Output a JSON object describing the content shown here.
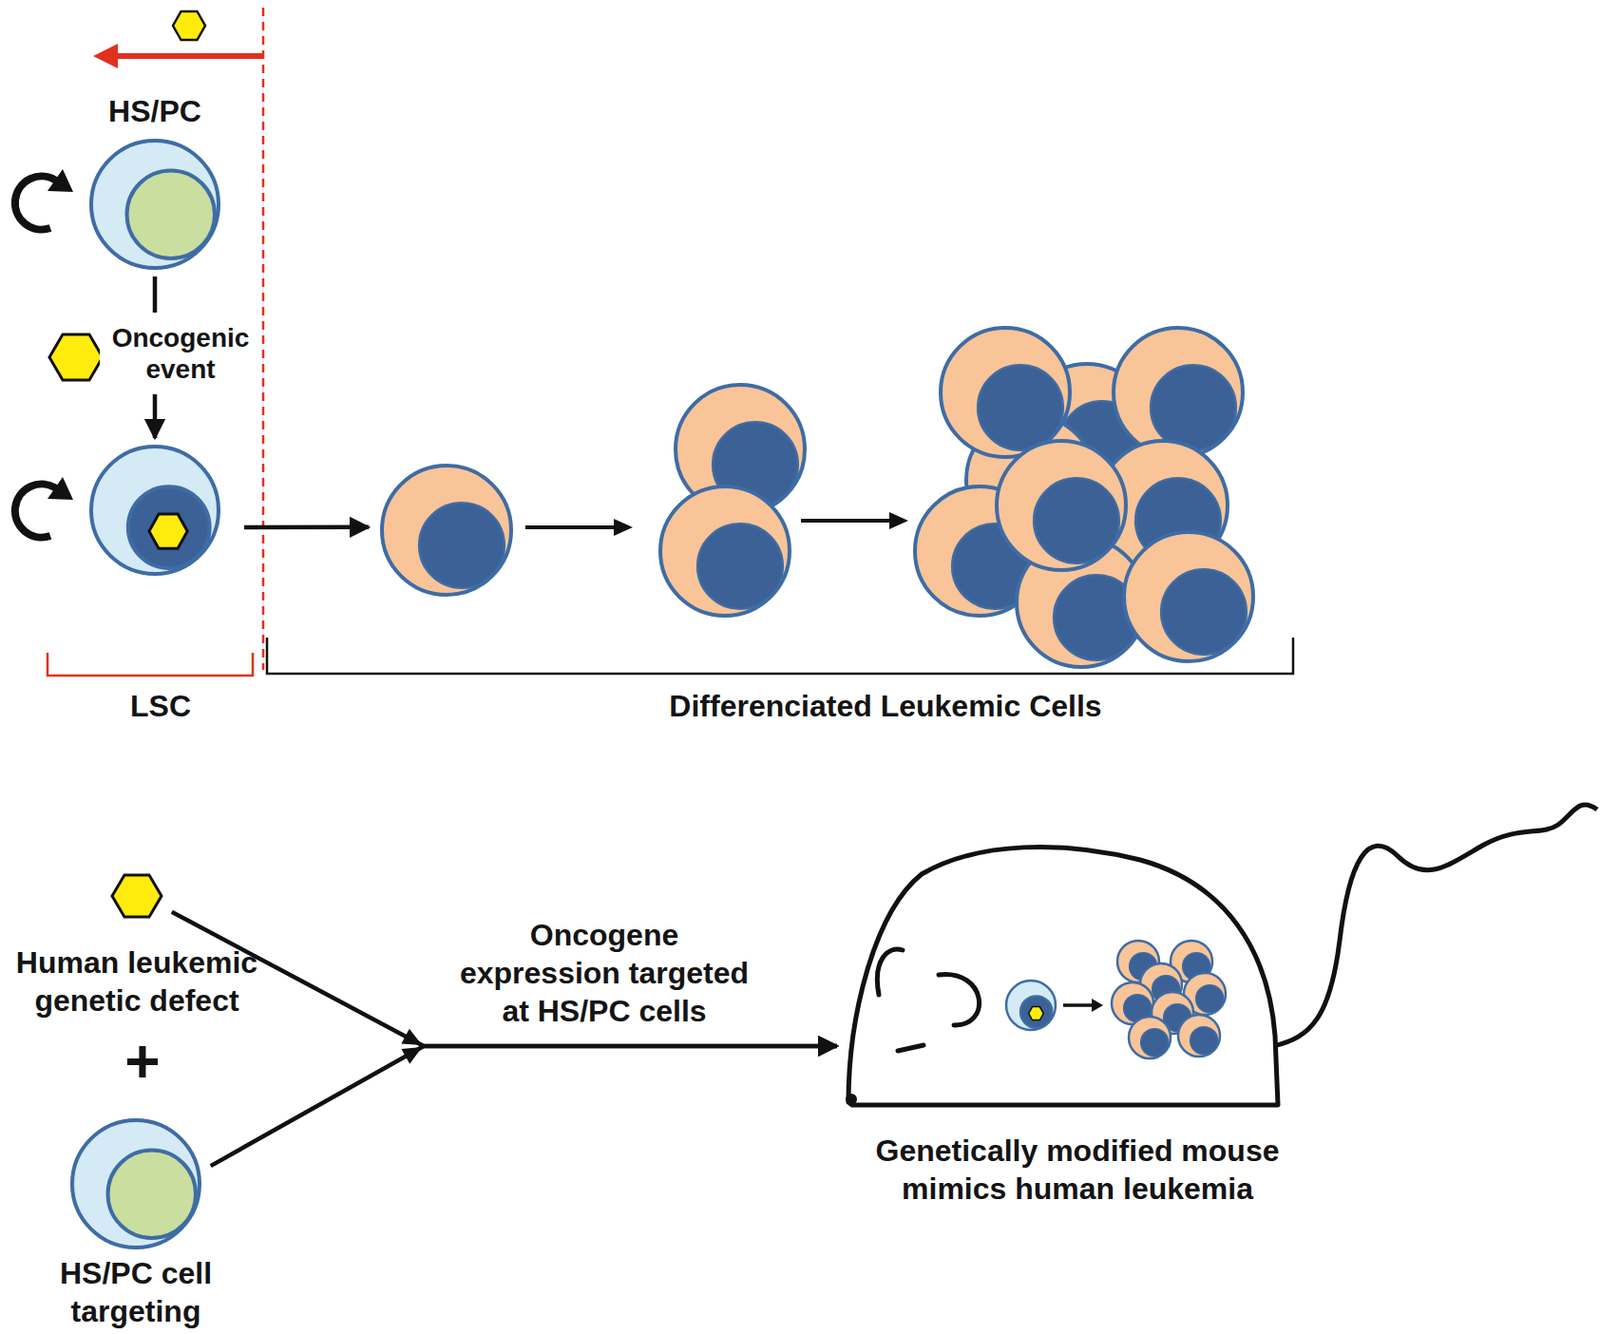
{
  "diagram": {
    "nodes": [
      {
        "text": [
          "HS/PC"
        ]
      },
      {
        "text": [
          "LSC"
        ]
      },
      {
        "text": [
          "Differenciated Leukemic Cells"
        ]
      },
      {
        "text": [
          "Human leukemic genetic defect"
        ]
      },
      {
        "text": [
          "HS/PC cell targeting"
        ]
      },
      {
        "text": [
          "Genetically modified mouse mimics human leukemia"
        ]
      }
    ],
    "edges": [
      {
        "from": 0,
        "to": 1,
        "arrow": "to",
        "label": "Oncogenic event"
      },
      {
        "from": 1,
        "to": 2,
        "arrow": "to"
      },
      {
        "from": 3,
        "to": 5,
        "arrow": "to",
        "label": "Oncogene expression targeted at HS/PC cells"
      },
      {
        "from": 4,
        "to": 5,
        "arrow": "to"
      }
    ],
    "labels": [
      "+"
    ]
  }
}
